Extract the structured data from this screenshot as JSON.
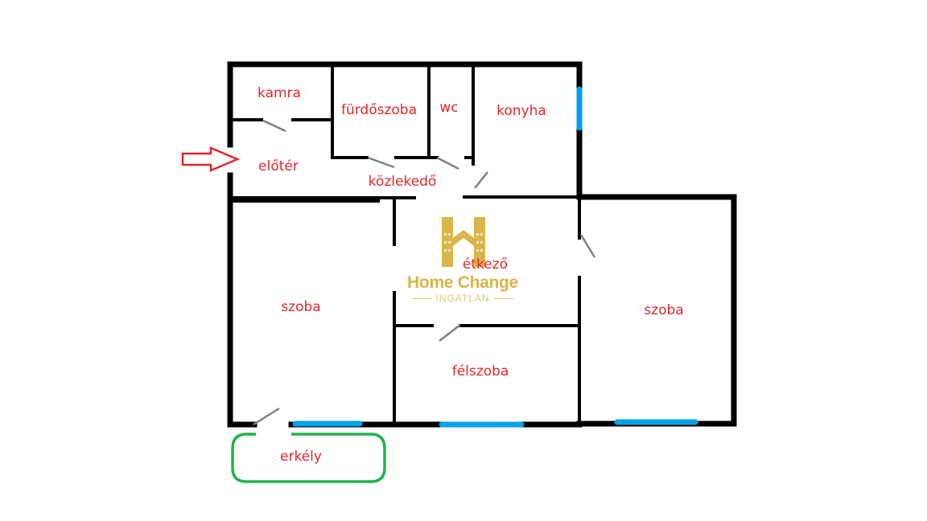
{
  "rooms": {
    "kamra": "kamra",
    "bathroom": "fürdőszoba",
    "wc": "wc",
    "kitchen": "konyha",
    "hall": "előtér",
    "corridor": "közlekedő",
    "dining": "étkező",
    "room_left": "szoba",
    "room_right": "szoba",
    "half_room": "félszoba",
    "balcony": "erkély"
  },
  "logo": {
    "name": "Home Change",
    "subtitle": "INGATLAN"
  },
  "colors": {
    "wall": "#000000",
    "label": "#e3262b",
    "window": "#00a2e8",
    "door": "#7f7f7f",
    "balcony": "#22b14c",
    "entry_arrow": "#e3262b",
    "logo": "#d9b648"
  }
}
